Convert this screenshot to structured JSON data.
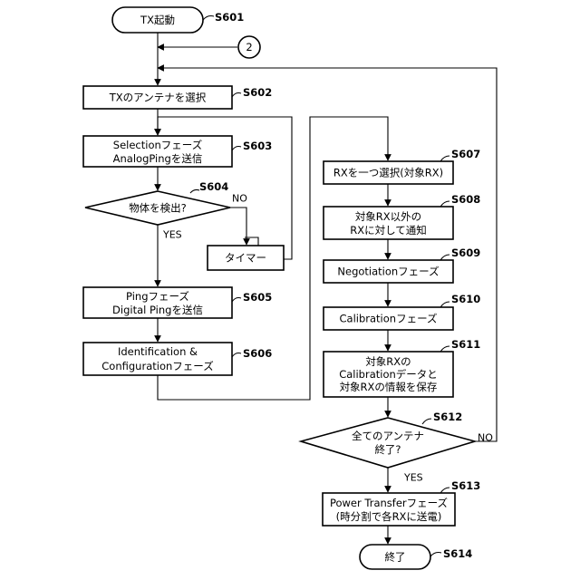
{
  "connector": "2",
  "nodes": {
    "start": {
      "lines": [
        "TX起動"
      ],
      "step": "S601"
    },
    "s602": {
      "lines": [
        "TXのアンテナを選択"
      ],
      "step": "S602"
    },
    "s603": {
      "lines": [
        "Selectionフェーズ",
        "AnalogPingを送信"
      ],
      "step": "S603"
    },
    "s604": {
      "lines": [
        "物体を検出?"
      ],
      "step": "S604"
    },
    "timer": {
      "lines": [
        "タイマー"
      ]
    },
    "s605": {
      "lines": [
        "Pingフェーズ",
        "Digital Pingを送信"
      ],
      "step": "S605"
    },
    "s606": {
      "lines": [
        "Identification &",
        "Configurationフェーズ"
      ],
      "step": "S606"
    },
    "s607": {
      "lines": [
        "RXを一つ選択(対象RX)"
      ],
      "step": "S607"
    },
    "s608": {
      "lines": [
        "対象RX以外の",
        "RXに対して通知"
      ],
      "step": "S608"
    },
    "s609": {
      "lines": [
        "Negotiationフェーズ"
      ],
      "step": "S609"
    },
    "s610": {
      "lines": [
        "Calibrationフェーズ"
      ],
      "step": "S610"
    },
    "s611": {
      "lines": [
        "対象RXの",
        "Calibrationデータと",
        "対象RXの情報を保存"
      ],
      "step": "S611"
    },
    "s612": {
      "lines": [
        "全てのアンテナ",
        "終了?"
      ],
      "step": "S612"
    },
    "s613": {
      "lines": [
        "Power Transferフェーズ",
        "(時分割で各RXに送電)"
      ],
      "step": "S613"
    },
    "end": {
      "lines": [
        "終了"
      ],
      "step": "S614"
    }
  },
  "branch_labels": {
    "s604_no": "NO",
    "s604_yes": "YES",
    "s612_no": "NO",
    "s612_yes": "YES"
  }
}
